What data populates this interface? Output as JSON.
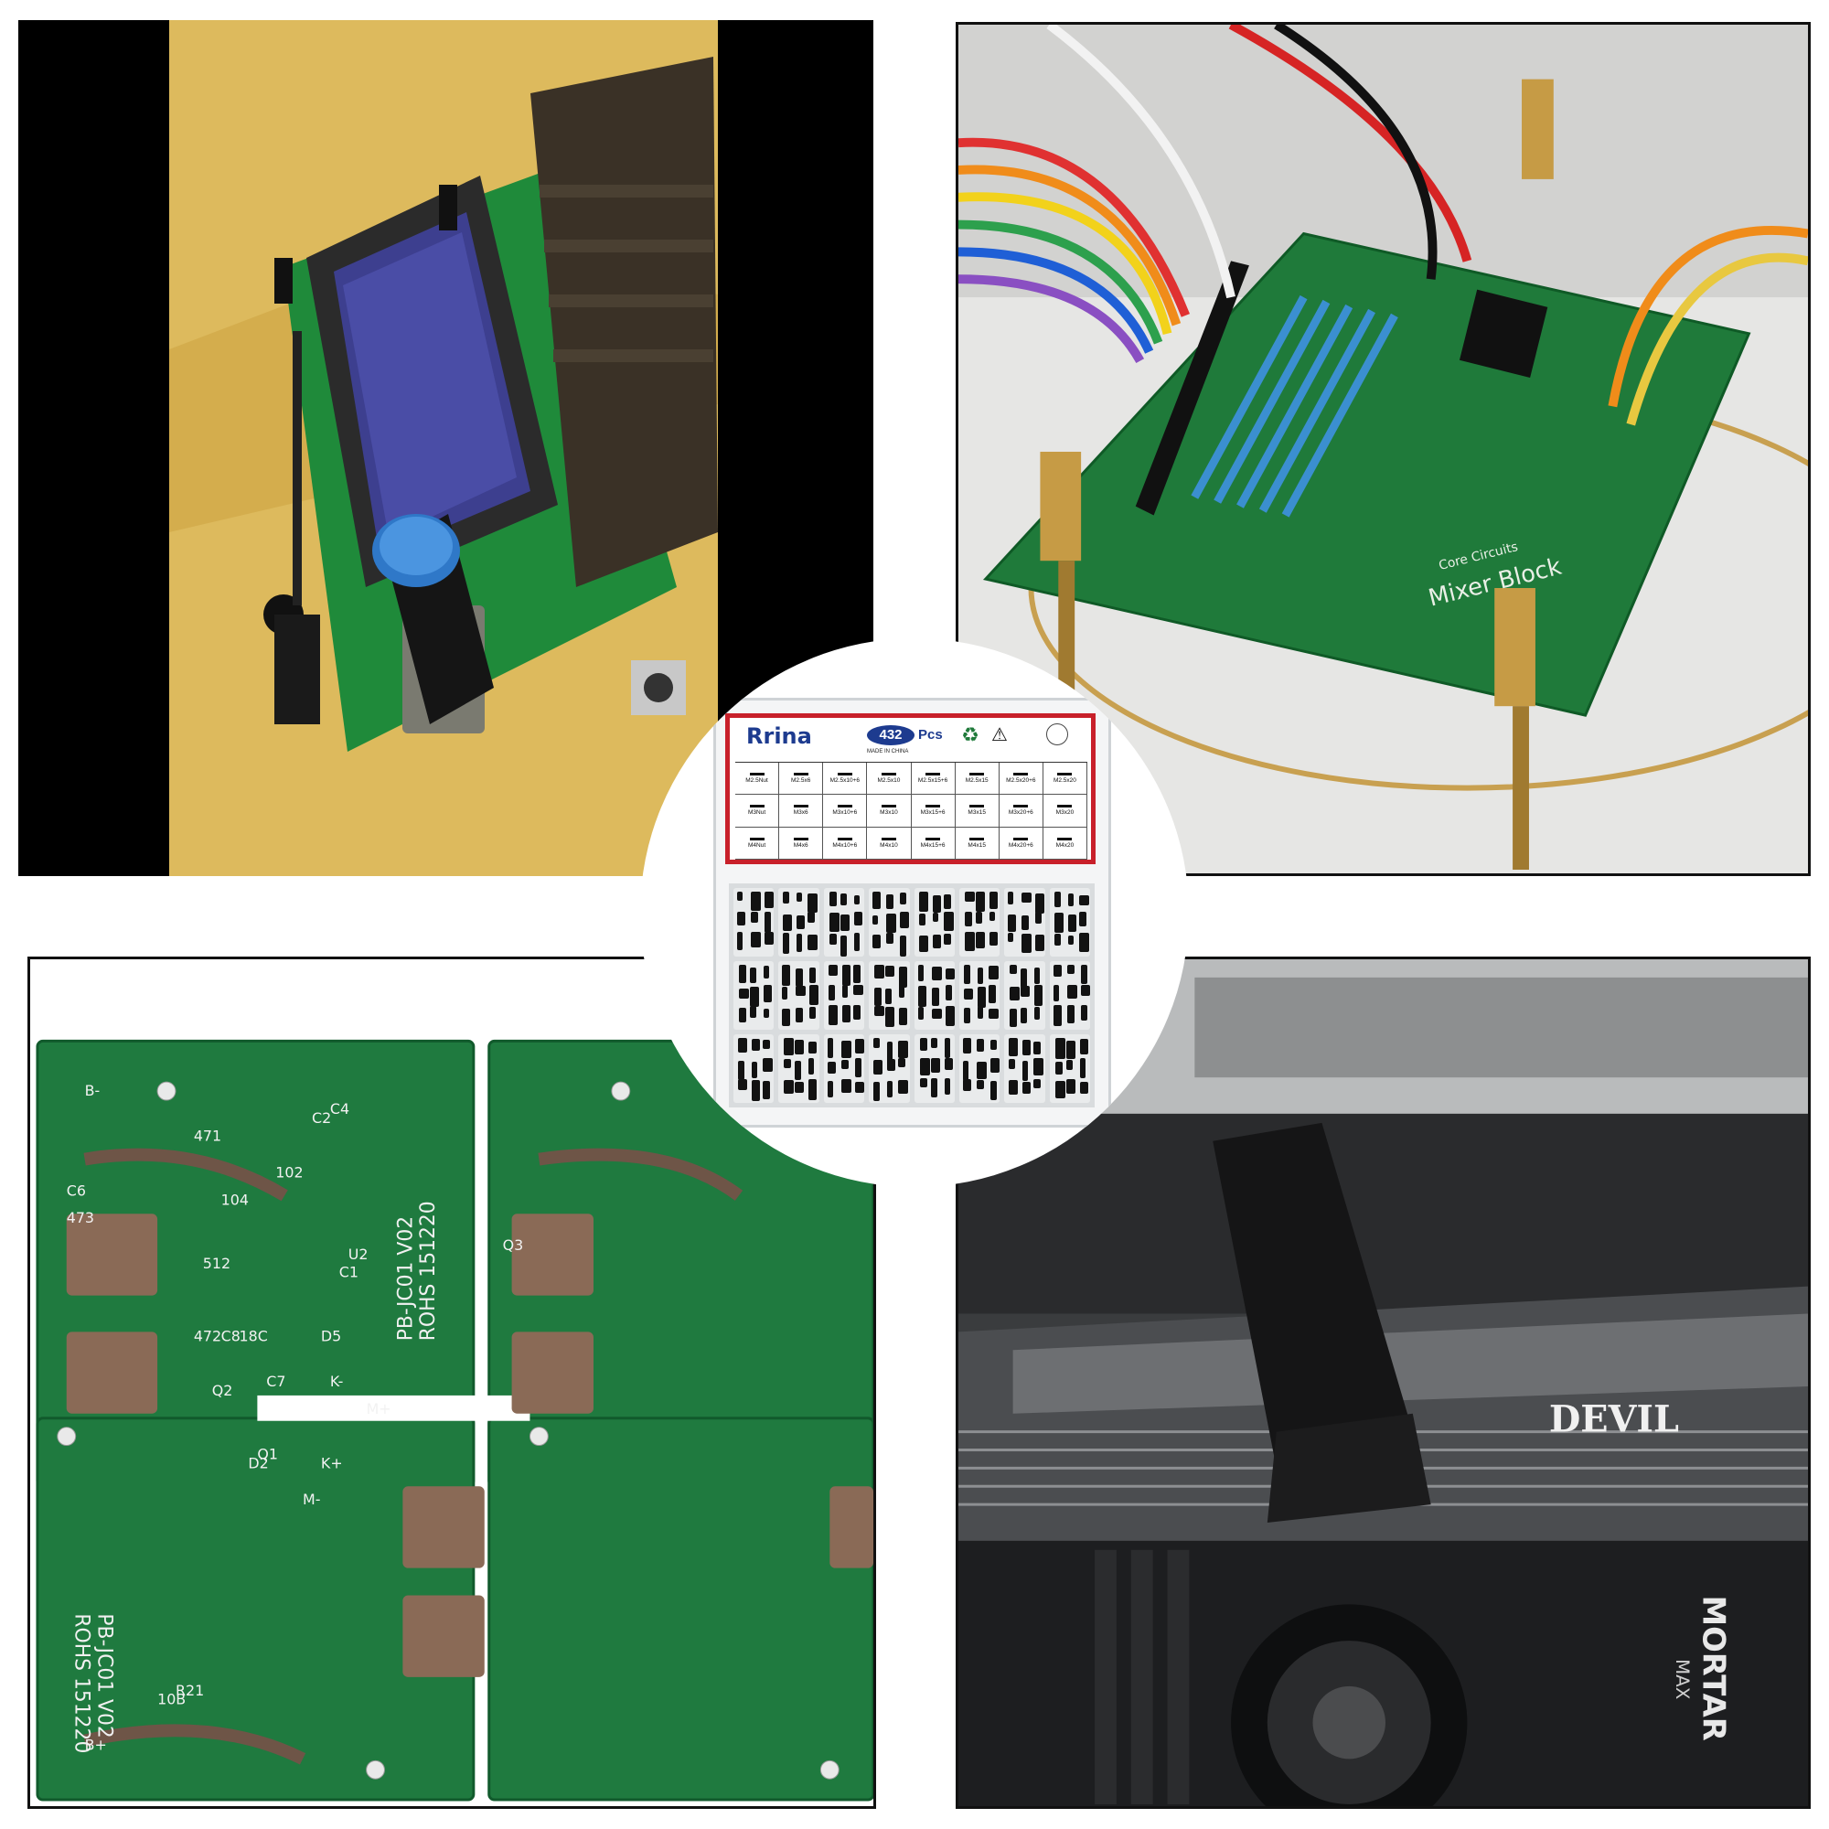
{
  "product_box": {
    "brand": "Rrina",
    "count": "432",
    "unit": "Pcs",
    "made_in": "MADE IN CHINA",
    "icons": [
      "recycle-icon",
      "warning-icon",
      "age-icon"
    ],
    "specs": [
      "M2.5Nut",
      "M2.5x6",
      "M2.5x10+6",
      "M2.5x10",
      "M2.5x15+6",
      "M2.5x15",
      "M2.5x20+6",
      "M2.5x20",
      "M3Nut",
      "M3x6",
      "M3x10+6",
      "M3x10",
      "M3x15+6",
      "M3x15",
      "M3x20+6",
      "M3x20",
      "M4Nut",
      "M4x6",
      "M4x10+6",
      "M4x10",
      "M4x15+6",
      "M4x15",
      "M4x20+6",
      "M4x20"
    ]
  },
  "pcb_top_right": {
    "logo_text": "Core Circuits",
    "board_name": "Mixer Block"
  },
  "pcb_bottom_left": {
    "label_a": "PB-JC01 V02",
    "label_b": "ROHS 151220",
    "refs": [
      "B-",
      "B+",
      "C4",
      "C2",
      "C6",
      "473",
      "471",
      "102",
      "104",
      "R21",
      "10B",
      "D2",
      "U2",
      "C1",
      "512",
      "Q3",
      "472",
      "C8",
      "18C",
      "D5",
      "C7",
      "K-",
      "K+",
      "M-",
      "M+",
      "Q2",
      "Q1"
    ]
  },
  "gpu_bottom_right": {
    "gpu_logo": "DEVIL",
    "cooler_label": "MORTAR",
    "cooler_sub": "MAX"
  }
}
